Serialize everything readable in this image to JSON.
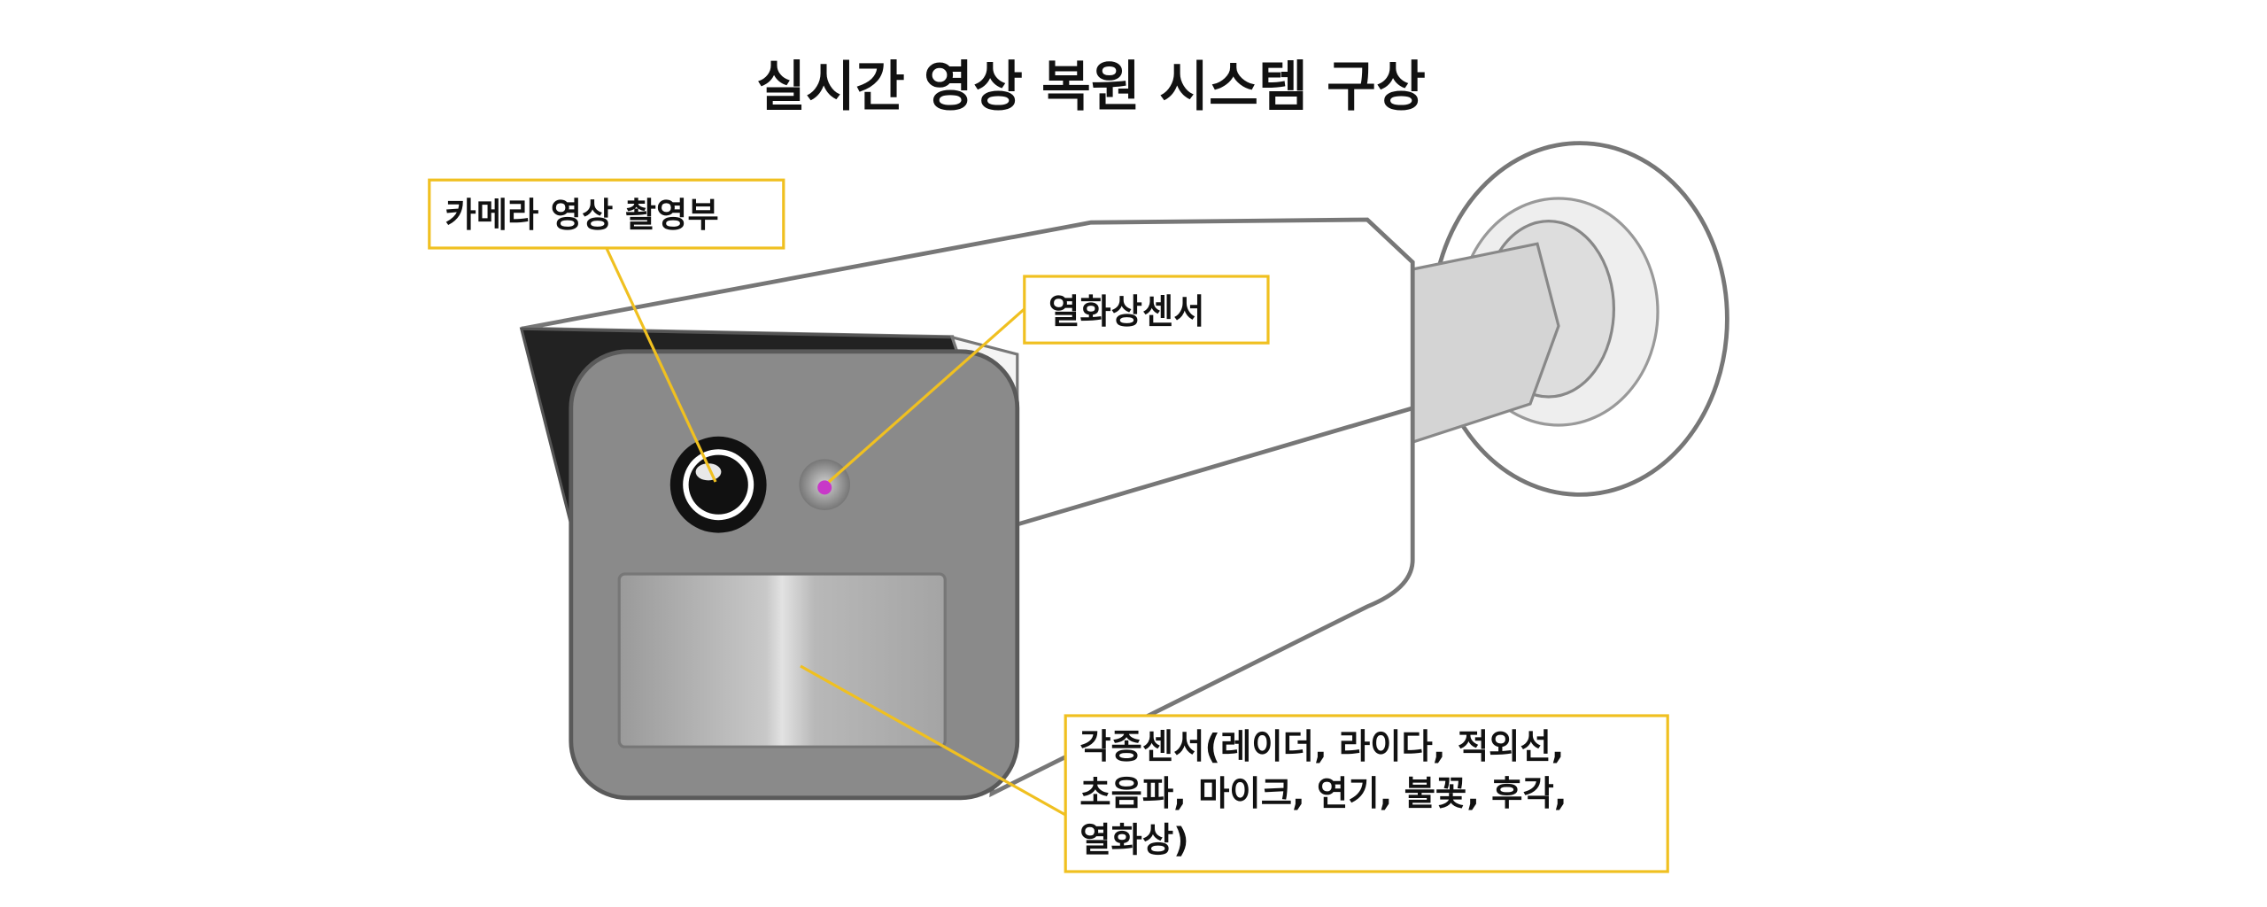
{
  "title": "실시간 영상 복원 시스템 구상",
  "labels": {
    "camera": "카메라 영상 촬영부",
    "thermal": "열화상센서",
    "sensors_line1": "각종센서(레이더, 라이다, 적외선,",
    "sensors_line2": "초음파, 마이크, 연기, 불꽃, 후각,",
    "sensors_line3": "열화상)"
  },
  "colors": {
    "callout": "#f0c020",
    "face": "#8a8a8a",
    "thermal_dot": "#c838c8"
  }
}
